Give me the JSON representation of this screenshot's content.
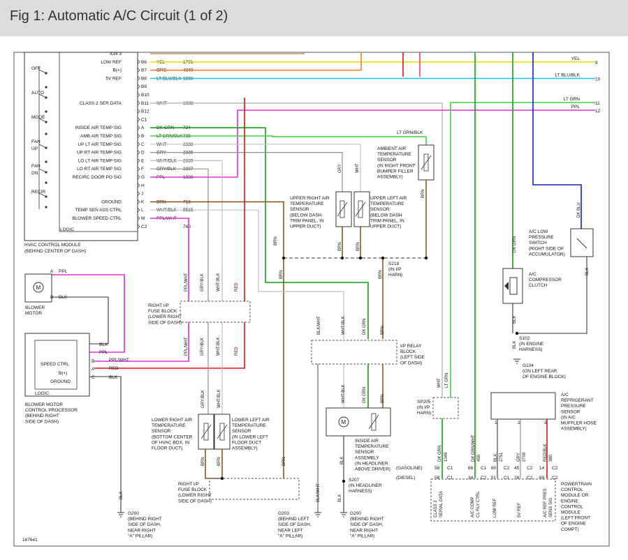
{
  "title": "Fig 1: Automatic A/C Circuit (1 of 2)",
  "figure_number": "167641",
  "colors": {
    "yel": "#e8e000",
    "org": "#f08020",
    "lt_blu": "#20c8d8",
    "wht": "#c0c0c0",
    "dk_grn": "#10a010",
    "lt_grn": "#40d040",
    "ppl": "#e030d0",
    "brn": "#8b5a1a",
    "red": "#e01010",
    "dk_blu": "#1020c0",
    "gry": "#909090",
    "blk": "#222222",
    "lt_blu_blk": "#20c8d8",
    "tan": "#b08040"
  },
  "hvac_module": {
    "title": "HVAC CONTROL MODULE",
    "location": "(BEHIND CENTER OF DASH)",
    "logic": "LOGIC",
    "switches": [
      "OFF",
      "AUTO",
      "MODE",
      "FAN",
      "UP",
      "FAN",
      "DN",
      "RECIR"
    ],
    "pins": [
      {
        "label": "IGN 3",
        "pin": "",
        "color": "",
        "circuit": ""
      },
      {
        "label": "LOW REF",
        "pin": "B6",
        "color": "YEL",
        "circuit": "1791"
      },
      {
        "label": "B(+)",
        "pin": "B7",
        "color": "ORG",
        "circuit": "4340"
      },
      {
        "label": "5V REF",
        "pin": "B8",
        "color": "LT BLU/BLK",
        "circuit": "1688"
      },
      {
        "label": "",
        "pin": "B9",
        "color": "",
        "circuit": ""
      },
      {
        "label": "",
        "pin": "B10",
        "color": "",
        "circuit": ""
      },
      {
        "label": "CLASS 2 SER DATA",
        "pin": "B11",
        "color": "WHT",
        "circuit": "1038"
      },
      {
        "label": "",
        "pin": "B12",
        "color": "",
        "circuit": ""
      },
      {
        "label": "",
        "pin": "C1",
        "color": "",
        "circuit": ""
      },
      {
        "label": "INSIDE AIR TEMP SIG",
        "pin": "A",
        "color": "DK GRN",
        "circuit": "734"
      },
      {
        "label": "AMB AIR TEMP SIG",
        "pin": "B",
        "color": "LT GRN/BLK",
        "circuit": "735"
      },
      {
        "label": "UP LT AIR TEMP SIG",
        "pin": "C",
        "color": "WHT",
        "circuit": "2338"
      },
      {
        "label": "UP RT AIR TEMP SIG",
        "pin": "D",
        "color": "GRY",
        "circuit": "2336"
      },
      {
        "label": "LO LT AIR TEMP SIG",
        "pin": "E",
        "color": "WHT/BLK",
        "circuit": "2339"
      },
      {
        "label": "LO RT AIR TEMP SIG",
        "pin": "F",
        "color": "GRY/BLK",
        "circuit": "2337"
      },
      {
        "label": "RECIRC DOOR PO SIG",
        "pin": "G",
        "color": "PPL",
        "circuit": "1838"
      },
      {
        "label": "",
        "pin": "H",
        "color": "",
        "circuit": ""
      },
      {
        "label": "",
        "pin": "J",
        "color": "",
        "circuit": ""
      },
      {
        "label": "GROUND",
        "pin": "K",
        "color": "BRN",
        "circuit": "718"
      },
      {
        "label": "TEMP SEN ASS CTRL",
        "pin": "L",
        "color": "WHT/BLK",
        "circuit": "5515"
      },
      {
        "label": "BLOWER SPEED CTRL",
        "pin": "M",
        "color": "PPL/WHT",
        "circuit": ""
      },
      {
        "label": "",
        "pin": "C2",
        "color": "",
        "circuit": "760"
      }
    ]
  },
  "right_wires": [
    {
      "color": "YEL",
      "num": "9"
    },
    {
      "color": "LT BLU/BLK",
      "num": "10"
    },
    {
      "color": "LT GRN",
      "num": "11"
    },
    {
      "color": "PPL",
      "num": "12"
    }
  ],
  "labels": {
    "blower_motor": "BLOWER\nMOTOR",
    "bm_a": "A",
    "bm_ppl": "PPL",
    "bm_b": "B",
    "bm_blk": "BLK",
    "bmcp_title": "BLOWER MOTOR\nCONTROL PROCESSOR\n(BEHIND RIGHT\nSIDE OF DASH)",
    "bmcp_logic": "LOGIC",
    "speed_ctrl": "SPEED CTRL",
    "bplus": "B(+)",
    "ground": "GROUND",
    "blk": "BLK",
    "ppl": "PPL",
    "ppl_wht": "PPL/WHT",
    "red": "RED",
    "right_fuse_upper": "RIGHT I/P\nFUSE BLOCK\n(LOWER RIGHT\nSIDE OF DASH)",
    "right_fuse_lower": "RIGHT I/P\nFUSE BLOCK\n(LOWER RIGHT\nSIDE OF DASH)",
    "ip_relay": "I/P RELAY\nBLOCK\n(LEFT SIDE\nOF DASH)",
    "ambient": "AMBIENT AIR\nTEMPERATURE\nSENSOR\n(IN RIGHT FRONT\nBUMPER FILLER\nASSEMBLY)",
    "upper_right": "UPPER RIGHT AIR\nTEMPERATURE\nSENSOR\n(BELOW DASH\nTRIM PANEL, IN\nUPPER DUCT)",
    "upper_left": "UPPER LEFT AIR\nTEMPERATURE\nSENSOR\n(BELOW DASH\nTRIM PANEL, IN\nUPPER DUCT)",
    "lower_right": "LOWER RIGHT AIR\nTEMPERATURE\nSENSOR\n(BOTTOM CENTER\nOF HVAC BOX, IN\nFLOOR DUCT)",
    "lower_left": "LOWER LEFT AIR\nTEMPERATURE\nSENSOR\n(IN LOWER LEFT\nFLOOR DUCT\nASSEMBLY)",
    "inside_air": "INSIDE AIR\nTEMPERATURE\nSENSOR\nASSEMBLY\n(IN HEADLINER\nABOVE DRIVER)",
    "s218": "S218\n(IN I/P\nHARN)",
    "s207": "S207\n(IN HEADLINER\nHARNESS)",
    "sp205": "SP205\n(IN I/P\nHARN)",
    "s102": "S102\n(IN ENGINE\nHARNESS)",
    "g104": "G104\n(ON LEFT REAR\nOF ENGINE BLOCK)",
    "ac_low": "A/C LOW\nPRESSURE\nSWITCH\n(RIGHT SIDE OF\nACCUMULATOR)",
    "ac_clutch": "A/C\nCOMPRESSOR\nCLUTCH",
    "ac_refrig": "A/C\nREFRIGERANT\nPRESSURE\nSENSOR\n(IN A/C\nMUFFLER HOSE\nASSEMBLY)",
    "pcm": "POWERTRAIN\nCONTROL\nMODULE OR\nENGINE\nCONTROL\nMODULE\n(LEFT FRONT\nOF ENGINE\nCOMPT)",
    "gasoline": "(GASOLINE)",
    "diesel": "(DIESEL)",
    "g200a": "G200\n(BEHIND RIGHT\nSIDE OF DASH,\nNEAR RIGHT\n\"A\" PILLAR)",
    "g203": "G203\n(BEHIND LEFT\nSIDE OF DASH,\nNEAR LEFT\n\"A\" PILLAR)",
    "g200b": "G200\n(BEHIND RIGHT\nSIDE OF DASH,\nNEAR RIGHT\n\"A\" PILLAR)",
    "pcm_pins": [
      "CLASS 2\nSERIAL DATA",
      "A/C COMP\nCL RLY CTRL",
      "LOW REF",
      "5V REF",
      "A/C REF PRES\nSENS SIG"
    ],
    "gas_row": [
      "58",
      "C1",
      "66",
      "C1",
      "80",
      "C2",
      "45",
      "C2",
      "14",
      "C2"
    ],
    "diesel_row": [
      "58",
      "C1",
      "34",
      "C2",
      "51",
      "C1",
      "28",
      "C2",
      "69",
      "C2"
    ],
    "pcm_wires": [
      "DK GRN",
      "1049",
      "DK GRN/WHT",
      "459",
      "BLK",
      "2751",
      "GRY",
      "2709",
      "RED/BLK",
      "380"
    ],
    "dk_blu": "DK BLU",
    "dk_grn": "DK GRN",
    "lt_grn_blk": "LT GRN/BLK",
    "brn": "BRN",
    "gry": "GRY",
    "wht": "WHT",
    "wht_blk": "WHT/BLK",
    "gry_blk": "GRY/BLK",
    "blk_wht": "BLK/WHT",
    "lt_grn": "LT GRN"
  }
}
